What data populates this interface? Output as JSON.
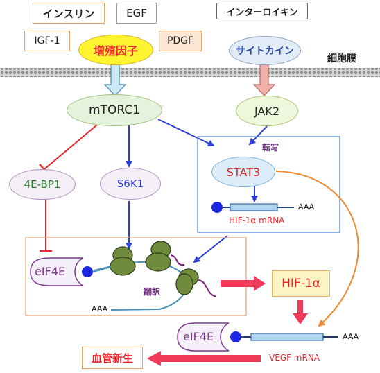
{
  "factors": {
    "insulin": "インスリン",
    "egf": "EGF",
    "interleukin": "インターロイキン",
    "igf1": "IGF-1",
    "growth_factor": "増殖因子",
    "pdgf": "PDGF",
    "cytokine": "サイトカイン"
  },
  "membrane_label": "細胞膜",
  "nodes": {
    "mtorc1": "mTORC1",
    "jak2": "JAK2",
    "fourebp1": "4E-BP1",
    "s6k1": "S6K1",
    "stat3": "STAT3",
    "eif4e_top": "eIF4E",
    "eif4e_bottom": "eIF4E"
  },
  "labels": {
    "transcription": "転写",
    "hif_mrna": "HIF-1α mRNA",
    "translation": "翻訳",
    "aaa_stat": "AAA",
    "aaa_ribo": "AAA",
    "aaa_vegf": "AAA",
    "vegf_mrna": "VEGF mRNA",
    "hif1a": "HIF-1α",
    "angiogenesis": "血管新生"
  },
  "colors": {
    "activation_arrow": "#2d3fd6",
    "inhibition": "#e8262b",
    "output_arrow": "#f03a5a",
    "orange_arrow": "#f08a30",
    "ribosome": "#6f8b3b",
    "stat3_text": "#e8262b",
    "fourebp1_text": "#2a7a2a"
  }
}
